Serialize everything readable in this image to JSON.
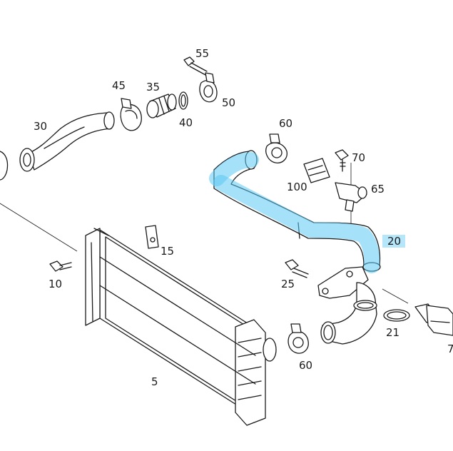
{
  "highlight_color": "#5bc8f2",
  "labels": {
    "p55": "55",
    "p45": "45",
    "p35": "35",
    "p50": "50",
    "p40": "40",
    "p30": "30",
    "p60a": "60",
    "p70": "70",
    "p100": "100",
    "p65": "65",
    "p20": "20",
    "p15": "15",
    "p10": "10",
    "p25": "25",
    "p21": "21",
    "p60b": "60",
    "p5": "5",
    "p7": "7"
  }
}
